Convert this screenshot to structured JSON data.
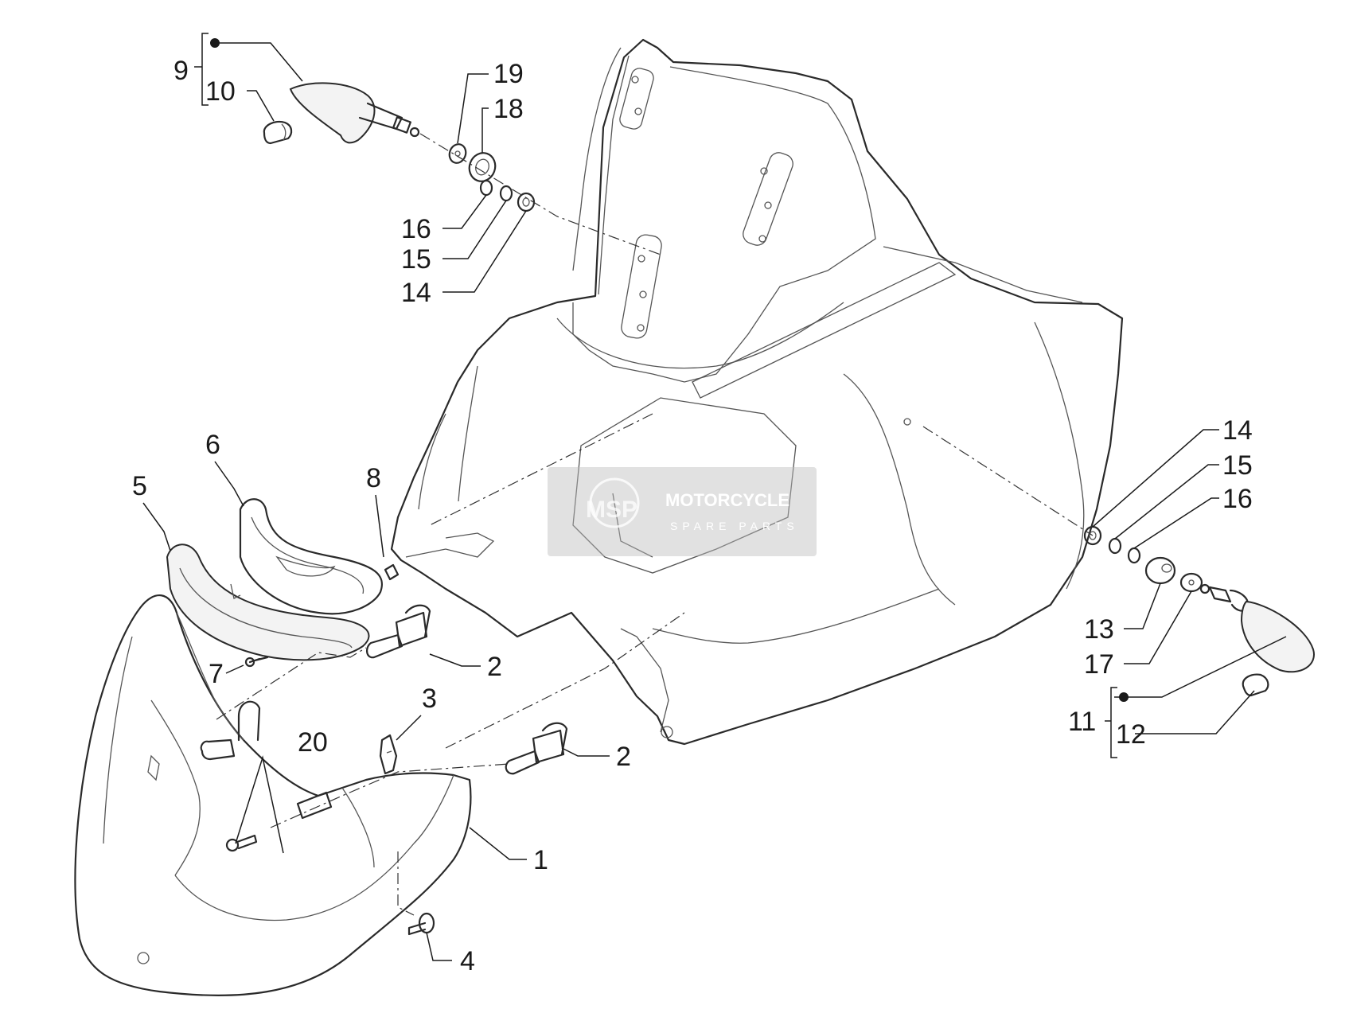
{
  "callouts": [
    {
      "id": "9",
      "text": "9"
    },
    {
      "id": "10",
      "text": "10"
    },
    {
      "id": "19",
      "text": "19"
    },
    {
      "id": "18",
      "text": "18"
    },
    {
      "id": "16a",
      "text": "16"
    },
    {
      "id": "15a",
      "text": "15"
    },
    {
      "id": "14a",
      "text": "14"
    },
    {
      "id": "6",
      "text": "6"
    },
    {
      "id": "5",
      "text": "5"
    },
    {
      "id": "8",
      "text": "8"
    },
    {
      "id": "2a",
      "text": "2"
    },
    {
      "id": "7",
      "text": "7"
    },
    {
      "id": "3",
      "text": "3"
    },
    {
      "id": "20",
      "text": "20"
    },
    {
      "id": "2b",
      "text": "2"
    },
    {
      "id": "1",
      "text": "1"
    },
    {
      "id": "4",
      "text": "4"
    },
    {
      "id": "14b",
      "text": "14"
    },
    {
      "id": "15b",
      "text": "15"
    },
    {
      "id": "16b",
      "text": "16"
    },
    {
      "id": "13",
      "text": "13"
    },
    {
      "id": "17",
      "text": "17"
    },
    {
      "id": "11",
      "text": "11"
    },
    {
      "id": "12",
      "text": "12"
    }
  ],
  "watermark": {
    "logo": "MSP",
    "title": "MOTORCYCLE",
    "subtitle": "SPARE PARTS",
    "color": "#e8813a"
  }
}
